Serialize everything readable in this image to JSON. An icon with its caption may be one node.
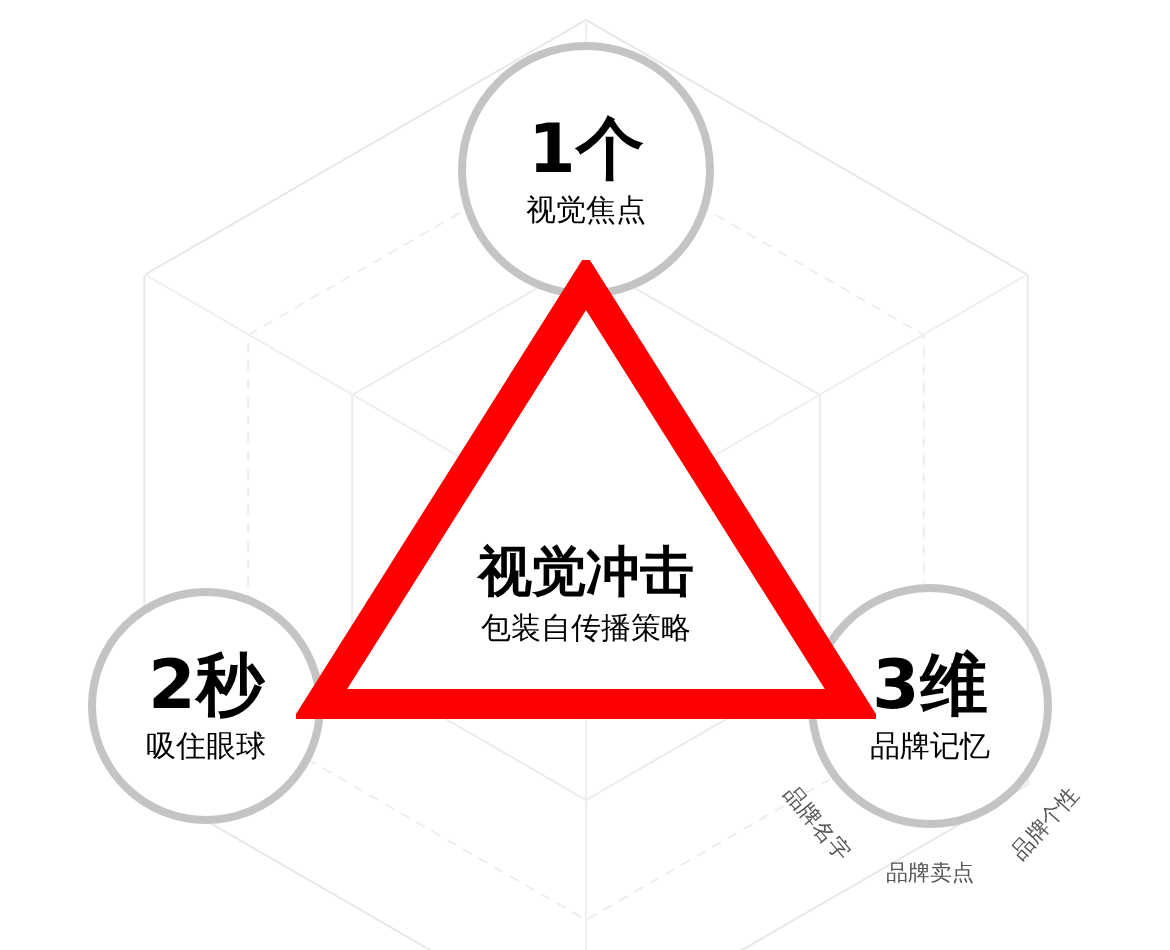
{
  "diagram": {
    "nodes": [
      {
        "text": [
          "视觉冲击",
          "包装自传播策略"
        ]
      },
      {
        "text": [
          "1个",
          "视觉焦点"
        ]
      },
      {
        "text": [
          "2秒",
          "吸住眼球"
        ]
      },
      {
        "text": [
          "3维",
          "品牌记忆"
        ]
      }
    ],
    "labels": [
      "品牌名字",
      "品牌卖点",
      "品牌个性"
    ]
  }
}
